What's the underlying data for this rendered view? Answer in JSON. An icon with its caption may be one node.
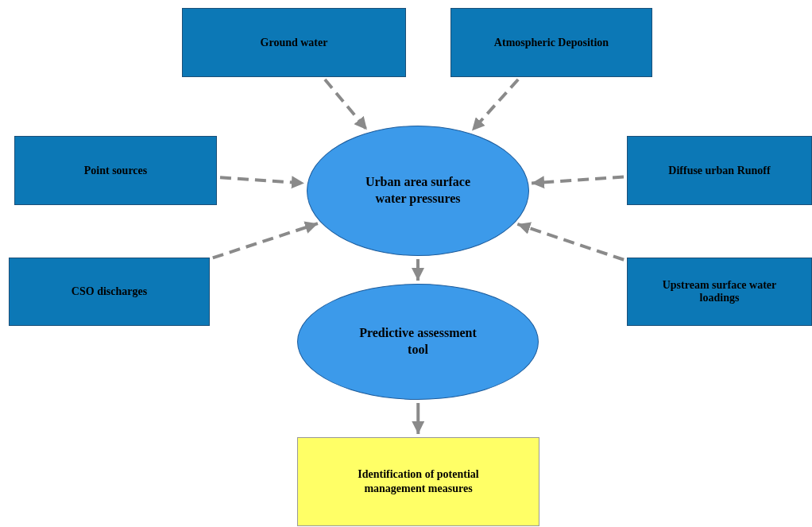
{
  "diagram": {
    "nodes": [
      {
        "text": [
          "Ground water"
        ]
      },
      {
        "text": [
          "Atmospheric Deposition"
        ]
      },
      {
        "text": [
          "Point sources"
        ]
      },
      {
        "text": [
          "Urban area surface water pressures"
        ]
      },
      {
        "text": [
          "Diffuse urban Runoff"
        ]
      },
      {
        "text": [
          "CSO discharges"
        ]
      },
      {
        "text": [
          "Predictive assessment tool"
        ]
      },
      {
        "text": [
          "Upstream surface water loadings"
        ]
      },
      {
        "text": [
          "Identification of potential management measures"
        ]
      }
    ],
    "edges": [
      {
        "from": 0,
        "to": 3,
        "arrow": "to",
        "style": "dashed"
      },
      {
        "from": 1,
        "to": 3,
        "arrow": "to",
        "style": "dashed"
      },
      {
        "from": 2,
        "to": 3,
        "arrow": "to",
        "style": "dashed"
      },
      {
        "from": 4,
        "to": 3,
        "arrow": "to",
        "style": "dashed"
      },
      {
        "from": 5,
        "to": 3,
        "arrow": "to",
        "style": "dashed"
      },
      {
        "from": 7,
        "to": 3,
        "arrow": "to",
        "style": "dashed"
      },
      {
        "from": 3,
        "to": 6,
        "arrow": "to"
      },
      {
        "from": 6,
        "to": 8,
        "arrow": "to"
      }
    ]
  }
}
